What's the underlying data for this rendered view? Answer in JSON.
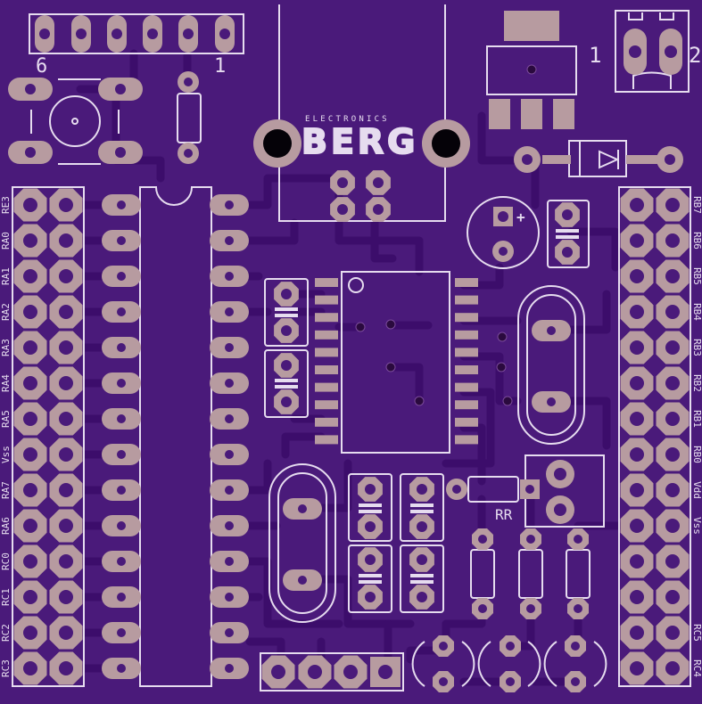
{
  "board": {
    "colors": {
      "substrate": "#4a1a7a",
      "trace": "#3e0f6e",
      "copper": "#b79ba0",
      "hole": "#4a1a7a",
      "silkscreen": "#e6dcef",
      "via": "#2a0a3e"
    },
    "header_top": {
      "label_left": "6",
      "label_right": "1"
    },
    "power_jack": {
      "label_left": "1",
      "label_right": "2"
    },
    "logo": {
      "brand": "BERG",
      "subtitle": "ELECTRONICS"
    },
    "cap_polarity": "+",
    "resistor_label": "RR",
    "left_pins": [
      "RE3",
      "RA0",
      "RA1",
      "RA2",
      "RA3",
      "RA4",
      "RA5",
      "Vss",
      "RA7",
      "RA6",
      "RC0",
      "RC1",
      "RC2",
      "RC3"
    ],
    "right_pins": [
      "RB7",
      "RB6",
      "RB5",
      "RB4",
      "RB3",
      "RB2",
      "RB1",
      "RB0",
      "Vdd",
      "Vss",
      "",
      "",
      "RC5",
      "RC4"
    ]
  }
}
